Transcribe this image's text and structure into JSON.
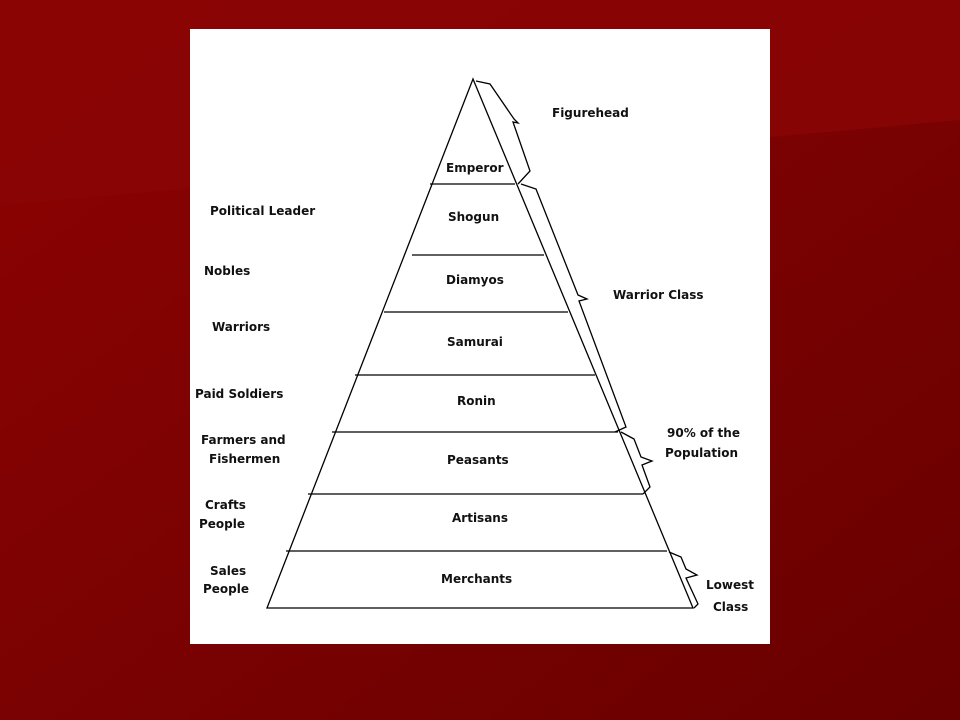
{
  "colors": {
    "background_dark": "#6e0000",
    "background_light": "#8c0404",
    "card": "#ffffff",
    "lines": "#000000"
  },
  "pyramid": {
    "tiers": [
      "Emperor",
      "Shogun",
      "Diamyos",
      "Samurai",
      "Ronin",
      "Peasants",
      "Artisans",
      "Merchants"
    ]
  },
  "roles": {
    "political_leader": "Political Leader",
    "nobles": "Nobles",
    "warriors": "Warriors",
    "paid_soldiers": "Paid Soldiers",
    "farmers_line1": "Farmers and",
    "farmers_line2": "Fishermen",
    "crafts_line1": "Crafts",
    "crafts_line2": "People",
    "sales_line1": "Sales",
    "sales_line2": "People"
  },
  "groups": {
    "figurehead": "Figurehead",
    "warrior_class": "Warrior Class",
    "population_line1": "90% of the",
    "population_line2": "Population",
    "lowest_line1": "Lowest",
    "lowest_line2": "Class"
  }
}
